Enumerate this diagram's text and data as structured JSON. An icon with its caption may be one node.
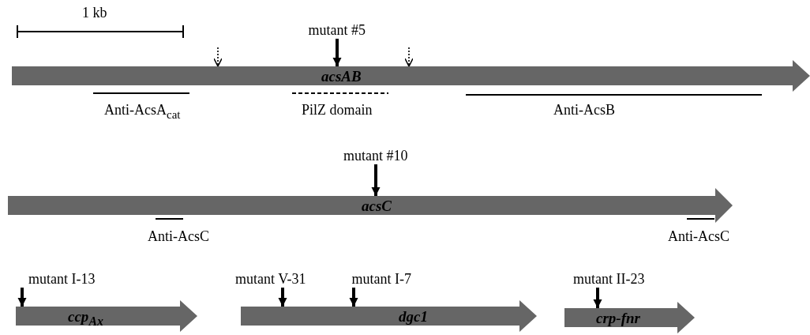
{
  "diagram": {
    "nodes": [
      {
        "text": [
          "mutant #5"
        ]
      },
      {
        "text": [
          "acsAB"
        ]
      },
      {
        "text": [
          "mutant #10"
        ]
      },
      {
        "text": [
          "acsC"
        ]
      },
      {
        "text": [
          "mutant I-13"
        ]
      },
      {
        "text": [
          "mutant V-31"
        ]
      },
      {
        "text": [
          "mutant I-7"
        ]
      },
      {
        "text": [
          "mutant II-23"
        ]
      },
      {
        "text": [
          "ccp$_{Ax}$"
        ]
      },
      {
        "text": [
          "dgc1"
        ]
      },
      {
        "text": [
          "crp-fnr"
        ]
      }
    ],
    "edges": [
      {
        "from": null,
        "to": 1,
        "arrow": "to",
        "style": "dashed"
      },
      {
        "from": 0,
        "to": 1,
        "arrow": "to"
      },
      {
        "from": null,
        "to": 1,
        "arrow": "to",
        "style": "dashed"
      },
      {
        "from": 2,
        "to": 3,
        "arrow": "to"
      },
      {
        "from": 4,
        "to": 8,
        "arrow": "to"
      },
      {
        "from": 5,
        "to": 9,
        "arrow": "to"
      },
      {
        "from": 6,
        "to": 9,
        "arrow": "to"
      },
      {
        "from": 7,
        "to": 10,
        "arrow": "to"
      }
    ],
    "labels": [
      "1 kb",
      "Anti-AcsA$_{cat}$",
      "PilZ domain",
      "Anti-AcsB",
      "Anti-AcsC",
      "Anti-AcsC"
    ]
  }
}
